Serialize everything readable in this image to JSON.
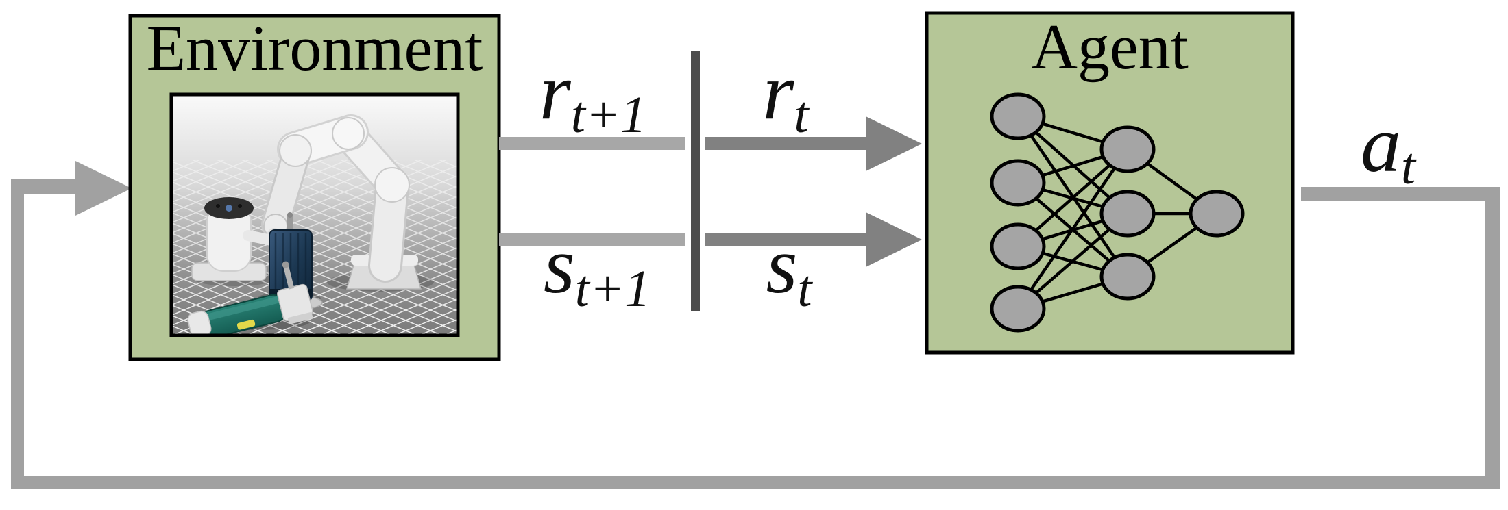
{
  "diagram": {
    "environment": {
      "title": "Environment"
    },
    "agent": {
      "title": "Agent"
    },
    "labels": {
      "reward_next": {
        "base": "r",
        "sub": "t+1"
      },
      "reward_now": {
        "base": "r",
        "sub": "t"
      },
      "state_next": {
        "base": "s",
        "sub": "t+1"
      },
      "state_now": {
        "base": "s",
        "sub": "t"
      },
      "action": {
        "base": "a",
        "sub": "t"
      }
    },
    "network": {
      "layers": [
        4,
        3,
        1
      ]
    },
    "colors": {
      "box_fill": "#b5c697",
      "box_border": "#000000",
      "node_fill": "#a5a5a5",
      "light_arrow": "#a7a7a7",
      "dark_arrow": "#818181",
      "divider": "#4d4d4d",
      "loop_line": "#a1a1a1",
      "label_color": "#111111"
    }
  }
}
